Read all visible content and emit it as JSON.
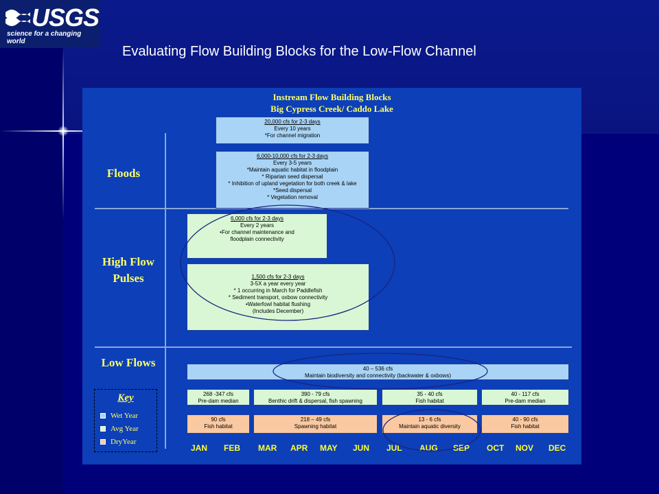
{
  "logo": {
    "name": "USGS",
    "tagline": "science for a changing world"
  },
  "title": "Evaluating Flow Building Blocks for the Low-Flow Channel",
  "panel": {
    "title_line1": "Instream Flow Building Blocks",
    "title_line2": "Big Cypress Creek/ Caddo Lake"
  },
  "categories": {
    "floods": "Floods",
    "high_flow_line1": "High Flow",
    "high_flow_line2": "Pulses",
    "low_flows": "Low Flows"
  },
  "boxes": {
    "flood1": {
      "l1": "20,000 cfs for 2-3 days",
      "l2": "Every 10 years",
      "l3": "*For channel migration"
    },
    "flood2": {
      "l1": "6,000-10,000 cfs for 2-3 days",
      "l2": "Every 3-5 years",
      "l3": "*Maintain aquatic habitat in floodplain",
      "l4": "* Riparian seed dispersal",
      "l5": "* Inhibition of upland vegetation for both creek & lake",
      "l6": "*Seed dispersal",
      "l7": "* Vegetation removal"
    },
    "pulse1": {
      "l1": "6,000 cfs for 2-3 days",
      "l2": "Every 2 years",
      "l3": "•For channel maintenance and",
      "l4": "floodplain connectivity"
    },
    "pulse2": {
      "l1": "1,500 cfs for 2-3 days",
      "l2": "3-5X a year every year",
      "l3": "* 1 occurring in March for Paddlefish",
      "l4": "* Sediment transport, oxbow connectivity",
      "l5": "•Waterfowl habitat flushing",
      "l6": "(Includes December)"
    },
    "low_all": {
      "l1": "40 – 536 cfs",
      "l2": "Maintain biodiversity and connectivity (backwater & oxbows)"
    },
    "avg": [
      {
        "l1": "268 -347 cfs",
        "l2": "Pre-dam median"
      },
      {
        "l1": "390 - 79 cfs",
        "l2": "Benthic drift & dispersal, fish spawning"
      },
      {
        "l1": "35 - 40 cfs",
        "l2": "Fish habitat"
      },
      {
        "l1": "40 - 117 cfs",
        "l2": "Pre-dam median"
      }
    ],
    "dry": [
      {
        "l1": "90 cfs",
        "l2": "Fish habitat"
      },
      {
        "l1": "218 – 49 cfs",
        "l2": "Spawning habitat"
      },
      {
        "l1": "13 - 6 cfs",
        "l2": "Maintain aquatic diversity"
      },
      {
        "l1": "40 - 90 cfs",
        "l2": "Fish habitat"
      }
    ]
  },
  "key": {
    "title": "Key",
    "items": [
      {
        "label": "Wet Year",
        "color": "#a9d4f6"
      },
      {
        "label": "Avg Year",
        "color": "#d9f7d4"
      },
      {
        "label": "DryYear",
        "color": "#fac9a1"
      }
    ]
  },
  "months": [
    "JAN",
    "FEB",
    "MAR",
    "APR",
    "MAY",
    "JUN",
    "JUL",
    "AUG",
    "SEP",
    "OCT",
    "NOV",
    "DEC"
  ],
  "colors": {
    "background": "#00007a",
    "panel": "#0c3fb8",
    "label_yellow": "#ffff66",
    "wet": "#a9d4f6",
    "avg": "#d9f7d4",
    "dry": "#fac9a1",
    "oval": "#1a237e"
  }
}
